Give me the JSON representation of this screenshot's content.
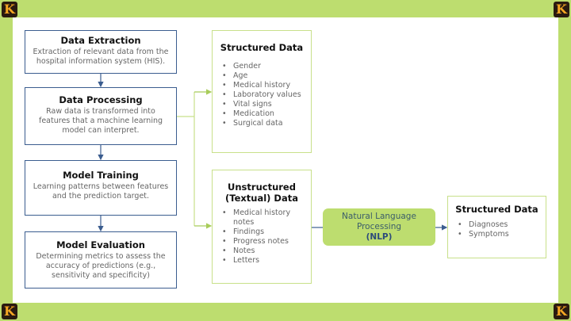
{
  "steps": [
    {
      "title": "Data Extraction",
      "desc": "Extraction of relevant data from the hospital information system (HIS)."
    },
    {
      "title": "Data Processing",
      "desc": "Raw data is transformed into features that a machine learning model can interpret."
    },
    {
      "title": "Model Training",
      "desc": "Learning patterns between features and the prediction target."
    },
    {
      "title": "Model Evaluation",
      "desc": "Determining metrics to assess the accuracy of predictions (e.g., sensitivity and specificity)"
    }
  ],
  "structured": {
    "title": "Structured Data",
    "items": [
      "Gender",
      "Age",
      "Medical history",
      "Laboratory values",
      "Vital signs",
      "Medication",
      "Surgical data"
    ]
  },
  "unstructured": {
    "title": "Unstructured (Textual) Data",
    "items": [
      "Medical history notes",
      "Findings",
      "Progress notes",
      "Notes",
      "Letters"
    ]
  },
  "nlp": {
    "text": "Natural Language Processing",
    "abbr": "(NLP)"
  },
  "structured2": {
    "title": "Structured Data",
    "items": [
      "Diagnoses",
      "Symptoms"
    ]
  },
  "colors": {
    "frame": "#bddd6f",
    "blue": "#3b5d8f",
    "green_border": "#c8e08a"
  }
}
